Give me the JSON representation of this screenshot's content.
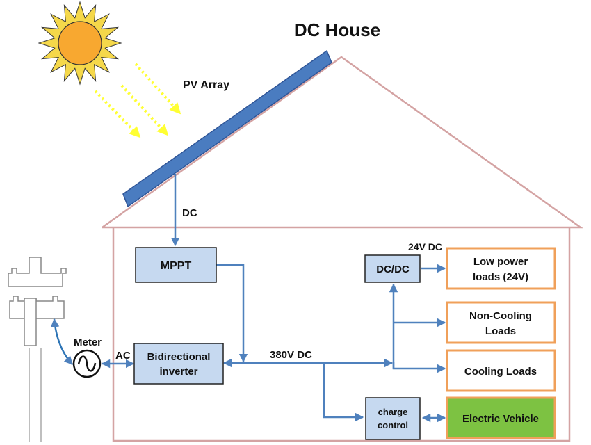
{
  "title": "DC House",
  "labels": {
    "pv_array": "PV Array",
    "dc": "DC",
    "meter": "Meter",
    "ac": "AC",
    "bus": "380V DC",
    "low_voltage": "24V DC"
  },
  "blocks": {
    "mppt": [
      "MPPT"
    ],
    "inverter": [
      "Bidirectional",
      "inverter"
    ],
    "dcdc": [
      "DC/DC"
    ],
    "charge_control": [
      "charge",
      "control"
    ]
  },
  "loads": {
    "low_power": [
      "Low power",
      "loads (24V)"
    ],
    "non_cooling": [
      "Non-Cooling",
      "Loads"
    ],
    "cooling": [
      "Cooling Loads"
    ],
    "ev": [
      "Electric Vehicle"
    ]
  },
  "icons": {
    "sun": "sun-icon",
    "meter": "ac-meter-icon",
    "pole": "utility-pole-icon"
  },
  "colors": {
    "house_outline": "#d4a3a3",
    "block_fill": "#c6d9f0",
    "load_border": "#f0a05a",
    "ev_fill": "#7dc242",
    "wire": "#4f81bd",
    "panel": "#4a7cc0",
    "sun_rays": "#f5d84a",
    "sun_core": "#f8a830",
    "sunbeam": "#ffff33"
  }
}
